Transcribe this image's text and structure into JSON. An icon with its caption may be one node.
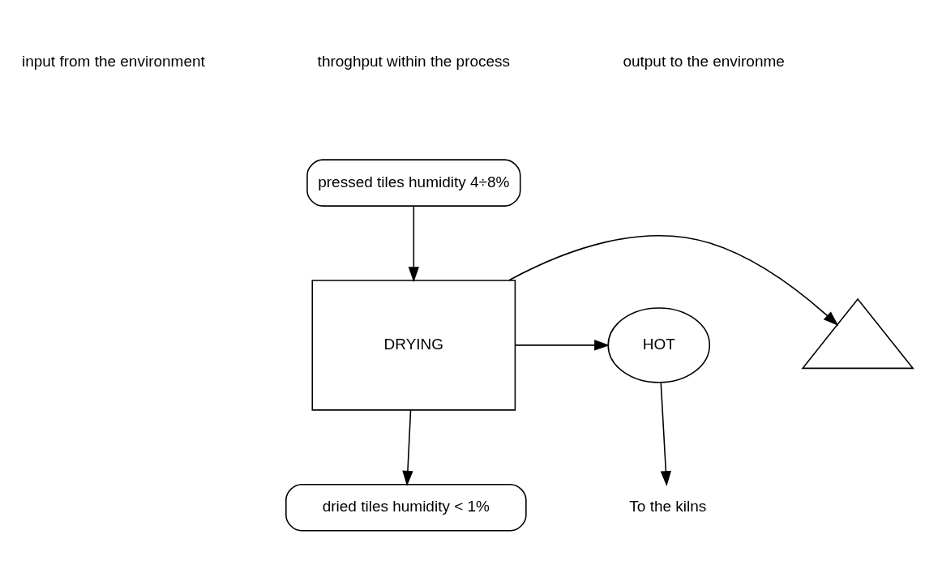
{
  "diagram": {
    "nodes": [
      {
        "text": [
          "pressed tiles humidity 4÷8%"
        ]
      },
      {
        "text": [
          "DRYING"
        ]
      },
      {
        "text": [],
        "shape": "triangle"
      },
      {
        "text": [
          "HOT"
        ]
      },
      {
        "text": [
          "dried tiles humidity < 1%"
        ]
      },
      {
        "text": [
          "To the kilns"
        ]
      }
    ],
    "edges": [
      {
        "from": 0,
        "to": 1,
        "arrow": "to"
      },
      {
        "from": 1,
        "to": 2,
        "arrow": "to"
      },
      {
        "from": 1,
        "to": 3,
        "arrow": "to"
      },
      {
        "from": 1,
        "to": 4,
        "arrow": "to"
      },
      {
        "from": 3,
        "to": 5,
        "arrow": "to"
      }
    ],
    "labels": [
      "input from the environment",
      "throghput within the process",
      "output to the environme"
    ]
  }
}
